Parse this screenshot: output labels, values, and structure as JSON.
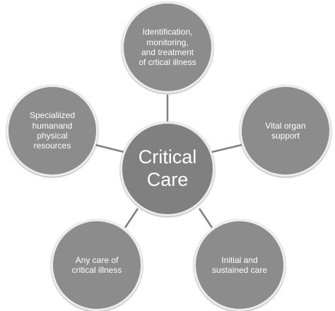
{
  "diagram": {
    "center": "Critical\nCare",
    "nodes": [
      "Identification,\nmonitoring,\nand treatment\nof crtical illness",
      "Vital organ\nsupport",
      "Initial and\nsustained care",
      "Any care of\ncritical illness",
      "Specialiized\nhumanand\nphysical\nresources"
    ]
  },
  "colors": {
    "node_fill": "#8c8c8c",
    "center_fill": "#808080",
    "node_text": "#ffffff",
    "connector": "#808080"
  }
}
